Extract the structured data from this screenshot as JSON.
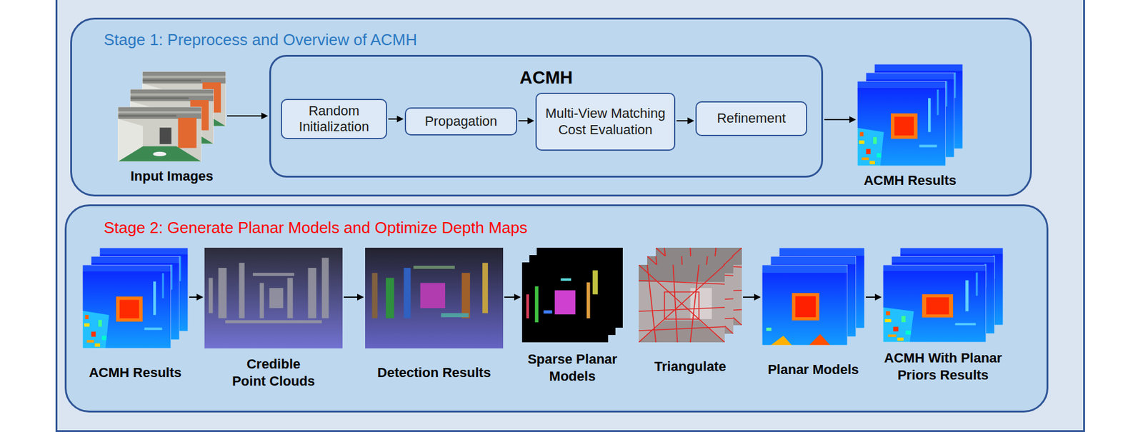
{
  "diagram": {
    "nodes": [
      {
        "text": [
          "Stage 1: Preprocess and Overview of ACMH"
        ]
      },
      {
        "text": [
          "Input Images"
        ],
        "in": 0
      },
      {
        "text": [
          "ACMH"
        ],
        "in": 0
      },
      {
        "text": [
          "Random Initialization"
        ],
        "in": 2
      },
      {
        "text": [
          "Propagation"
        ],
        "in": 2
      },
      {
        "text": [
          "Multi-View Matching Cost Evaluation"
        ],
        "in": 2
      },
      {
        "text": [
          "Refinement"
        ],
        "in": 2
      },
      {
        "text": [
          "ACMH Results"
        ],
        "in": 0
      },
      {
        "text": [
          "Stage 2: Generate Planar Models and Optimize Depth Maps"
        ]
      },
      {
        "text": [
          "ACMH Results"
        ],
        "in": 8
      },
      {
        "text": [
          "Credible Point Clouds"
        ],
        "in": 8
      },
      {
        "text": [
          "Detection Results"
        ],
        "in": 8
      },
      {
        "text": [
          "Sparse Planar Models"
        ],
        "in": 8
      },
      {
        "text": [
          "Triangulate"
        ],
        "in": 8
      },
      {
        "text": [
          "Planar Models"
        ],
        "in": 8
      },
      {
        "text": [
          "ACMH With Planar Priors Results"
        ],
        "in": 8
      }
    ],
    "edges": [
      {
        "from": 1,
        "to": 2,
        "arrow": "to"
      },
      {
        "from": 3,
        "to": 4,
        "arrow": "to"
      },
      {
        "from": 4,
        "to": 5,
        "arrow": "to"
      },
      {
        "from": 5,
        "to": 6,
        "arrow": "to"
      },
      {
        "from": 2,
        "to": 7,
        "arrow": "to"
      },
      {
        "from": 9,
        "to": 10,
        "arrow": "to"
      },
      {
        "from": 10,
        "to": 11,
        "arrow": "to"
      },
      {
        "from": 11,
        "to": 12,
        "arrow": "to"
      },
      {
        "from": 13,
        "to": 14,
        "arrow": "to"
      },
      {
        "from": 14,
        "to": 15,
        "arrow": "to"
      }
    ]
  }
}
